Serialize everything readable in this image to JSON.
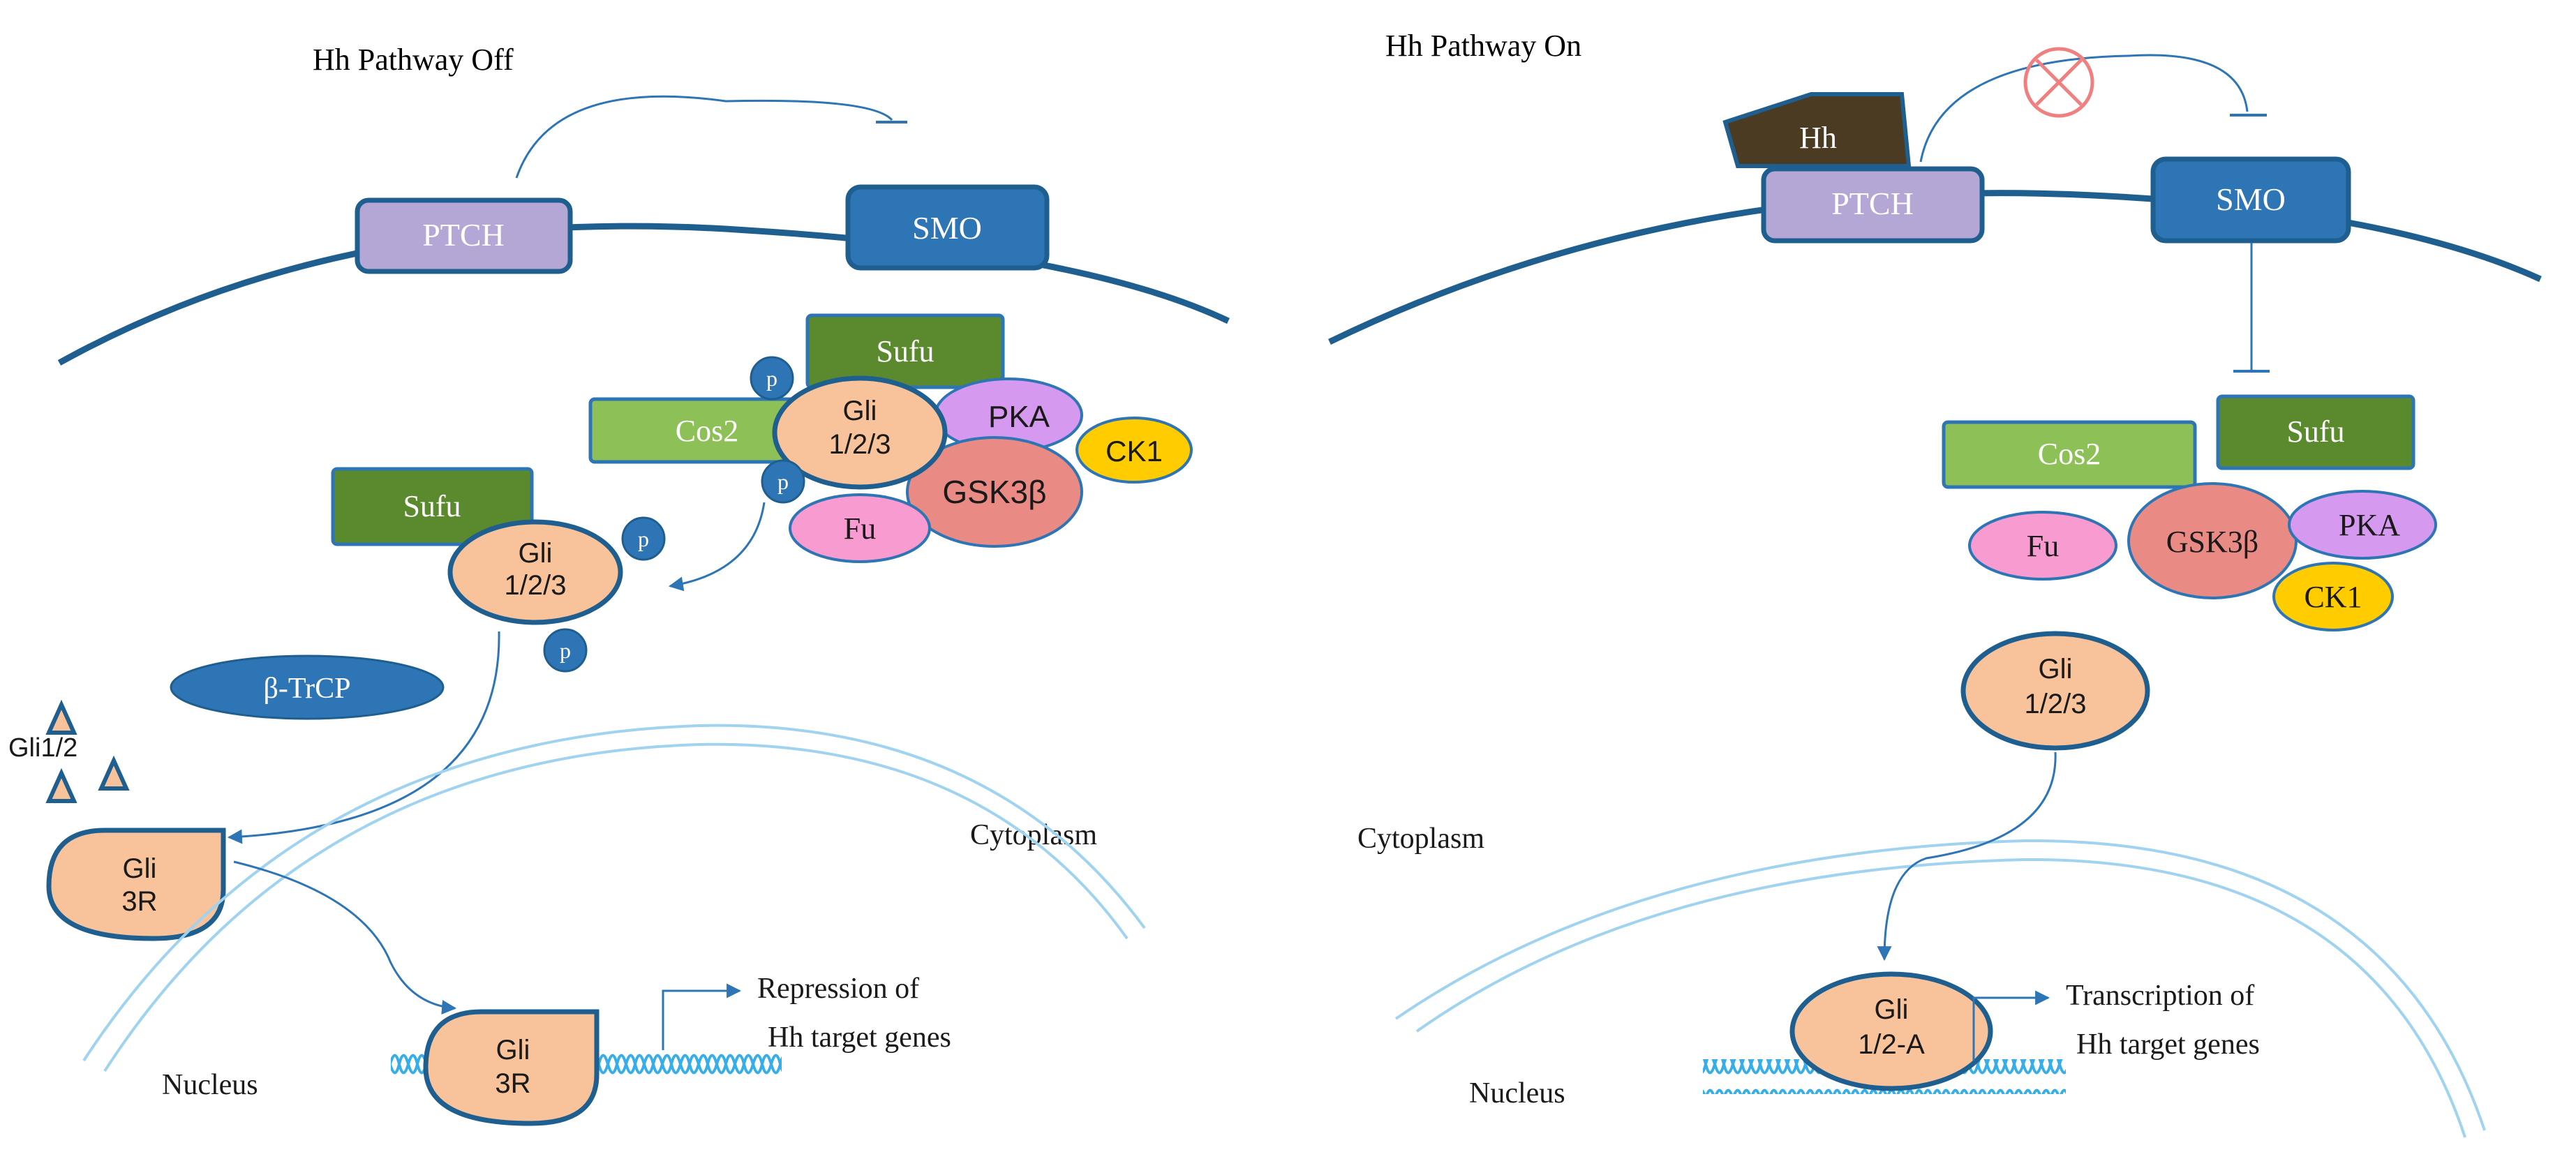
{
  "left_panel": {
    "title": "Hh Pathway  Off",
    "ptch": "PTCH",
    "smo": "SMO",
    "sufu_top": "Sufu",
    "cos2": "Cos2",
    "gli_complex": [
      "Gli",
      "1/2/3"
    ],
    "pka": "PKA",
    "ck1": "CK1",
    "gsk3b": "GSK3β",
    "fu": "Fu",
    "p_label": "p",
    "sufu_mid": "Sufu",
    "gli_mid": [
      "Gli",
      "1/2/3"
    ],
    "btrcp": "β-TrCP",
    "gli12": "Gli1/2",
    "gli3r_cyto": [
      "Gli",
      "3R"
    ],
    "gli3r_nuc": [
      "Gli",
      "3R"
    ],
    "cytoplasm": "Cytoplasm",
    "nucleus": "Nucleus",
    "outcome": [
      "Repression  of",
      "Hh  target  genes"
    ]
  },
  "right_panel": {
    "title": "Hh Pathway  On",
    "hh": "Hh",
    "ptch": "PTCH",
    "smo": "SMO",
    "cos2": "Cos2",
    "sufu": "Sufu",
    "fu": "Fu",
    "gsk3b": "GSK3β",
    "pka": "PKA",
    "ck1": "CK1",
    "gli_free": [
      "Gli",
      "1/2/3"
    ],
    "gli_active": [
      "Gli",
      "1/2-A"
    ],
    "cytoplasm": "Cytoplasm",
    "nucleus": "Nucleus",
    "outcome": [
      "Transcription  of",
      "Hh  target  genes"
    ]
  },
  "colors": {
    "membrane": "#1f5f8f",
    "blue_box": "#2e75b6",
    "lavender": "#b4a7d6",
    "green_dark": "#5b8a2e",
    "green_light": "#8dc057",
    "gli_fill": "#f8c29a",
    "pka": "#d699f0",
    "ck1": "#ffcc00",
    "gsk3b": "#ea8a84",
    "fu": "#f79bd0",
    "hh": "#4a3b22",
    "nuclear_membrane": "#9fd3f0"
  }
}
